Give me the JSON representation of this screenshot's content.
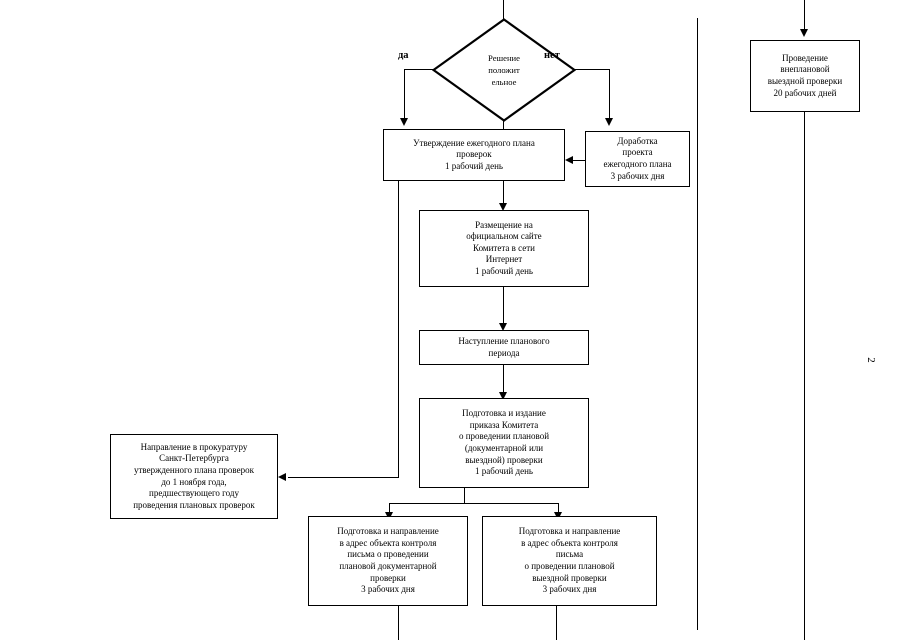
{
  "document": {
    "type": "flowchart",
    "language": "ru",
    "page_number": "2",
    "background_color": "#ffffff",
    "line_color": "#000000"
  },
  "nodes": {
    "decision": {
      "id": "decision-positive",
      "shape": "diamond",
      "text": "Решение\nположит\nельное"
    },
    "approve_plan": {
      "id": "approve-annual-plan",
      "shape": "rect",
      "text": "Утверждение ежегодного плана\nпроверок\n1 рабочий день"
    },
    "revise_plan": {
      "id": "revise-draft-plan",
      "shape": "rect",
      "text": "Доработка\nпроекта\nежегодного плана\n3 рабочих дня"
    },
    "publish_site": {
      "id": "publish-on-website",
      "shape": "rect",
      "text": "Размещение на\nофициальном сайте\nКомитета в сети\nИнтернет\n1 рабочий день"
    },
    "period_start": {
      "id": "planned-period-start",
      "shape": "rect",
      "text": "Наступление планового\nпериода"
    },
    "issue_order": {
      "id": "issue-committee-order",
      "shape": "rect",
      "text": "Подготовка и издание\nприказа Комитета\nо проведении плановой\n(документарной или\nвыездной) проверки\n1 рабочий день"
    },
    "send_prosecutor": {
      "id": "send-to-prosecutor",
      "shape": "rect",
      "text": "Направление в прокуратуру\nСанкт-Петербурга\nутвержденного плана проверок\nдо 1 ноября года,\nпредшествующего году\nпроведения плановых проверок"
    },
    "letter_documentary": {
      "id": "letter-documentary-inspection",
      "shape": "rect",
      "text": "Подготовка и направление\nв адрес объекта контроля\nписьма о проведении\nплановой документарной\nпроверки\n3 рабочих дня"
    },
    "letter_onsite": {
      "id": "letter-onsite-inspection",
      "shape": "rect",
      "text": "Подготовка и направление\nв адрес объекта контроля\nписьма\nо проведении плановой\nвыездной проверки\n3 рабочих дня"
    },
    "unscheduled_onsite": {
      "id": "unscheduled-onsite-inspection",
      "shape": "rect",
      "text": "Проведение\nвнеплановой\nвыездной проверки\n20 рабочих дней"
    }
  },
  "edge_labels": {
    "yes": "да",
    "no": "нет"
  }
}
